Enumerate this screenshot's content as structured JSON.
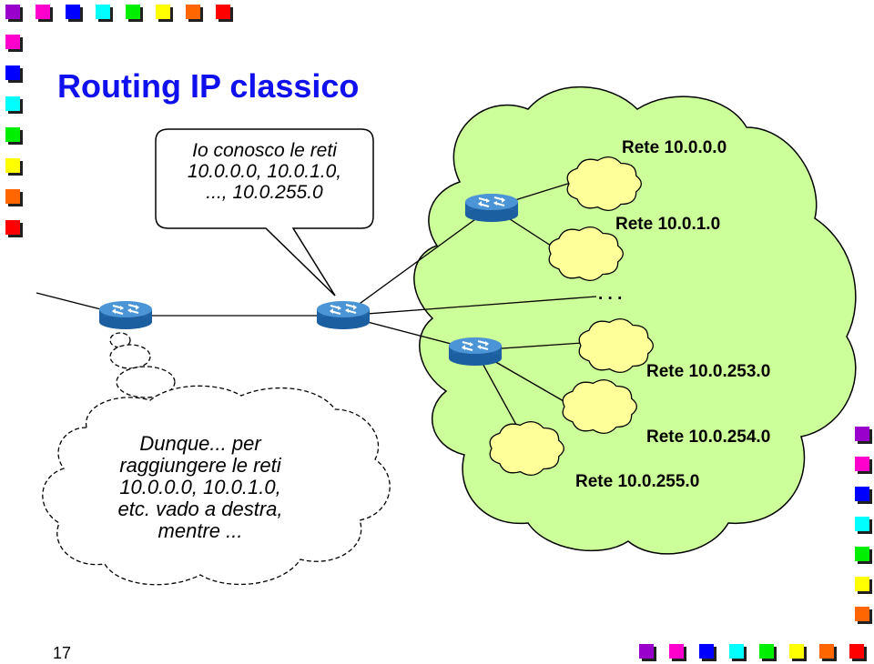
{
  "slide": {
    "title": "Routing IP classico",
    "number": "17"
  },
  "decoration": {
    "square_colors": [
      "#9900cc",
      "#ff00cc",
      "#0000ff",
      "#00ffff",
      "#00ee00",
      "#ffff00",
      "#ff6600",
      "#ff0000"
    ]
  },
  "diagram": {
    "cloud_color": "#ccff99",
    "lan_color": "#ffff99",
    "router_color": "#3a7fc4",
    "speech_bubble": {
      "lines": [
        "Io conosco le reti",
        "10.0.0.0, 10.0.1.0,",
        "..., 10.0.255.0"
      ]
    },
    "thought_bubble": {
      "lines": [
        "Dunque... per",
        "raggiungere le reti",
        "10.0.0.0, 10.0.1.0,",
        "etc. vado a destra,",
        "mentre ..."
      ]
    },
    "ellipsis": ". . .",
    "networks": {
      "net_0": "Rete 10.0.0.0",
      "net_1": "Rete 10.0.1.0",
      "net_253": "Rete 10.0.253.0",
      "net_254": "Rete 10.0.254.0",
      "net_255": "Rete 10.0.255.0"
    }
  }
}
